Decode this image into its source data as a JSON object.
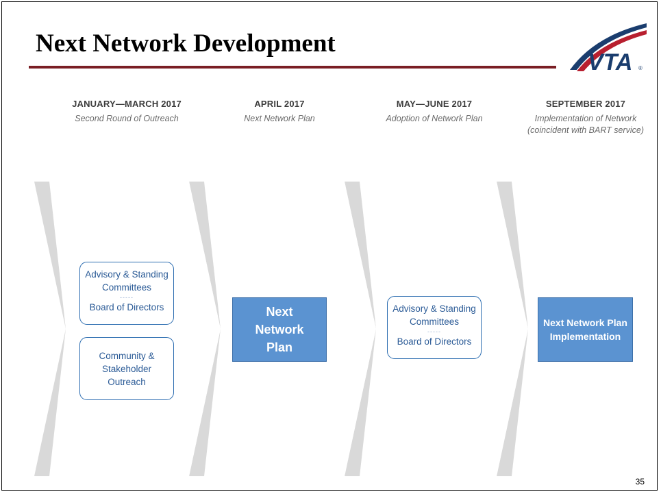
{
  "title": "Next Network Development",
  "logo": {
    "text": "VTA",
    "colors": {
      "red": "#b81f2f",
      "blue": "#1a3d6e"
    }
  },
  "phases": [
    {
      "title": "JANUARY—MARCH 2017",
      "subtitle": "Second Round of Outreach"
    },
    {
      "title": "APRIL 2017",
      "subtitle": "Next Network Plan"
    },
    {
      "title": "MAY—JUNE 2017",
      "subtitle": "Adoption of Network Plan"
    },
    {
      "title": "SEPTEMBER 2017",
      "subtitle_line1": "Implementation of Network",
      "subtitle_line2": "(coincident with BART service)"
    }
  ],
  "boxes": {
    "p1_top": {
      "line1": "Advisory & Standing",
      "line2": "Committees",
      "sep": "-----",
      "line3": "Board of Directors"
    },
    "p1_bottom": {
      "line1": "Community &",
      "line2": "Stakeholder",
      "line3": "Outreach"
    },
    "p2": {
      "line1": "Next",
      "line2": "Network",
      "line3": "Plan"
    },
    "p3": {
      "line1": "Advisory & Standing",
      "line2": "Committees",
      "sep": "-----",
      "line3": "Board of Directors"
    },
    "p4": {
      "line1": "Next Network Plan",
      "line2": "Implementation"
    }
  },
  "page_number": "35",
  "colors": {
    "accent_rule": "#7a1e24",
    "chevron": "#d9d9d9",
    "box_fill": "#5b93d1",
    "box_outline": "#2b6cb0"
  }
}
